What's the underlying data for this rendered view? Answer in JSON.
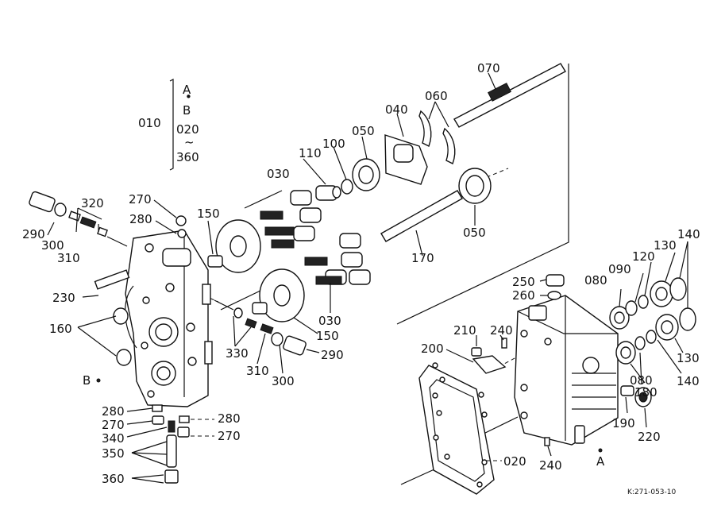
{
  "diagram": {
    "labels": {
      "a": "A",
      "b": "B",
      "p010": "010",
      "p020_top": "020",
      "tilde": "~",
      "p360_top": "360",
      "p030_top": "030",
      "p110": "110",
      "p100": "100",
      "p050_top": "050",
      "p040": "040",
      "p060": "060",
      "p070": "070",
      "p050_mid": "050",
      "p170": "170",
      "p270_top": "270",
      "p280_top": "280",
      "p150_top": "150",
      "p320": "320",
      "p290_left": "290",
      "p300_left": "300",
      "p310_left": "310",
      "p230": "230",
      "p160": "160",
      "b_bottom": "B",
      "p030_bot": "030",
      "p150_bot": "150",
      "p330": "330",
      "p310_bot": "310",
      "p290_bot": "290",
      "p300_bot": "300",
      "p280_l": "280",
      "p270_l": "270",
      "p340": "340",
      "p350": "350",
      "p360_l": "360",
      "p280_r": "280",
      "p270_r": "270",
      "p250": "250",
      "p260": "260",
      "p210": "210",
      "p240_top": "240",
      "p200": "200",
      "p080_top": "080",
      "p090": "090",
      "p120": "120",
      "p130_top": "130",
      "p140_top": "140",
      "p130_bot": "130",
      "p140_bot": "140",
      "p180": "180",
      "p080_bot": "080",
      "p190": "190",
      "p220": "220",
      "p240_bot": "240",
      "p020_bot": "020",
      "a_bottom": "A",
      "ref": "K:271-053-10"
    }
  }
}
